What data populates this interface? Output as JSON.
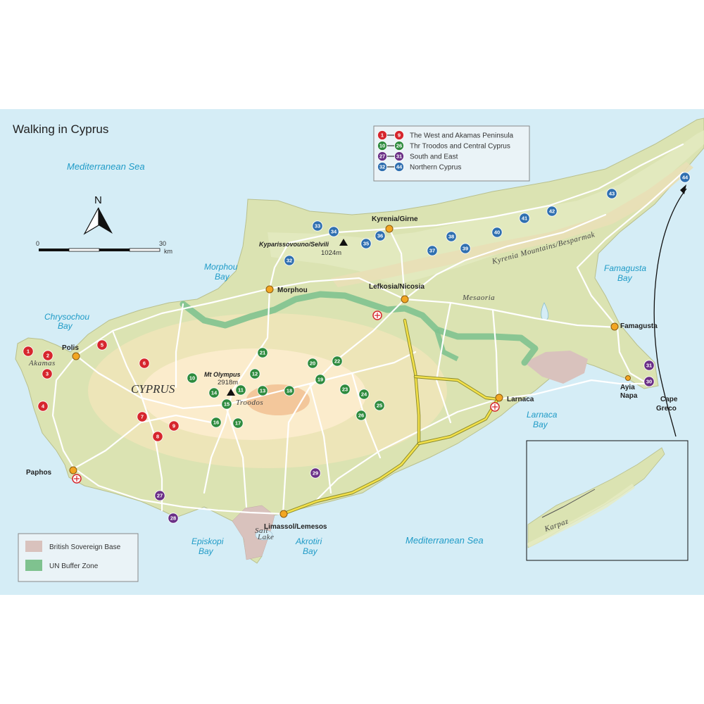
{
  "title": "Walking in Cyprus",
  "legend_routes": [
    {
      "from": "1",
      "to": "9",
      "label": "The West and Akamas Peninsula",
      "color": "#d6262d"
    },
    {
      "from": "10",
      "to": "26",
      "label": "Thr Troodos and Central Cyprus",
      "color": "#2e8b3e"
    },
    {
      "from": "27",
      "to": "31",
      "label": "South and East",
      "color": "#6a2f86"
    },
    {
      "from": "32",
      "to": "44",
      "label": "Northern Cyprus",
      "color": "#2f6fb0"
    }
  ],
  "legend_areas": [
    {
      "label": "British Sovereign Base",
      "color": "#d9c2bd"
    },
    {
      "label": "UN Buffer Zone",
      "color": "#7fc28f"
    }
  ],
  "north_label": "N",
  "scale": {
    "start": "0",
    "end": "30",
    "unit": "km"
  },
  "seas": {
    "med_north": "Mediterranean Sea",
    "med_south": "Mediterranean Sea",
    "morphou_bay_1": "Morphou",
    "morphou_bay_2": "Bay",
    "chrysochou_1": "Chrysochou",
    "chrysochou_2": "Bay",
    "famagusta_bay_1": "Famagusta",
    "famagusta_bay_2": "Bay",
    "larnaca_bay_1": "Larnaca",
    "larnaca_bay_2": "Bay",
    "episkopi_1": "Episkopi",
    "episkopi_2": "Bay",
    "akrotiri_1": "Akrotiri",
    "akrotiri_2": "Bay"
  },
  "towns": {
    "kyrenia": "Kyrenia/Girne",
    "morphou": "Morphou",
    "nicosia": "Lefkosia/Nicosia",
    "polis": "Polis",
    "paphos": "Paphos",
    "limassol": "Limassol/Lemesos",
    "larnaca": "Larnaca",
    "famagusta": "Famagusta",
    "ayia_napa_1": "Ayia",
    "ayia_napa_2": "Napa",
    "cape_greco_1": "Cape",
    "cape_greco_2": "Greco"
  },
  "regions": {
    "cyprus": "CYPRUS",
    "akamas": "Akamas",
    "troodos": "Troodos",
    "mesaoria": "Mesaoria",
    "kyrenia_mtns": "Kyrenia Mountains/Besparmak",
    "karpaz": "Karpaz",
    "salt_lake_1": "Salt",
    "salt_lake_2": "Lake"
  },
  "peaks": {
    "olympus_name": "Mt Olympus",
    "olympus_height": "2918m",
    "selvili_name": "Kyparissovouno/Selvili",
    "selvili_height": "1024m"
  },
  "walks": [
    {
      "n": "1",
      "g": 0
    },
    {
      "n": "2",
      "g": 0
    },
    {
      "n": "3",
      "g": 0
    },
    {
      "n": "4",
      "g": 0
    },
    {
      "n": "5",
      "g": 0
    },
    {
      "n": "6",
      "g": 0
    },
    {
      "n": "7",
      "g": 0
    },
    {
      "n": "8",
      "g": 0
    },
    {
      "n": "9",
      "g": 0
    },
    {
      "n": "10",
      "g": 1
    },
    {
      "n": "11",
      "g": 1
    },
    {
      "n": "12",
      "g": 1
    },
    {
      "n": "13",
      "g": 1
    },
    {
      "n": "14",
      "g": 1
    },
    {
      "n": "15",
      "g": 1
    },
    {
      "n": "16",
      "g": 1
    },
    {
      "n": "17",
      "g": 1
    },
    {
      "n": "18",
      "g": 1
    },
    {
      "n": "19",
      "g": 1
    },
    {
      "n": "20",
      "g": 1
    },
    {
      "n": "21",
      "g": 1
    },
    {
      "n": "22",
      "g": 1
    },
    {
      "n": "23",
      "g": 1
    },
    {
      "n": "24",
      "g": 1
    },
    {
      "n": "25",
      "g": 1
    },
    {
      "n": "26",
      "g": 1
    },
    {
      "n": "27",
      "g": 2
    },
    {
      "n": "28",
      "g": 2
    },
    {
      "n": "29",
      "g": 2
    },
    {
      "n": "30",
      "g": 2
    },
    {
      "n": "31",
      "g": 2
    },
    {
      "n": "32",
      "g": 3
    },
    {
      "n": "33",
      "g": 3
    },
    {
      "n": "34",
      "g": 3
    },
    {
      "n": "35",
      "g": 3
    },
    {
      "n": "36",
      "g": 3
    },
    {
      "n": "37",
      "g": 3
    },
    {
      "n": "38",
      "g": 3
    },
    {
      "n": "39",
      "g": 3
    },
    {
      "n": "40",
      "g": 3
    },
    {
      "n": "41",
      "g": 3
    },
    {
      "n": "42",
      "g": 3
    },
    {
      "n": "43",
      "g": 3
    },
    {
      "n": "44",
      "g": 3
    }
  ]
}
